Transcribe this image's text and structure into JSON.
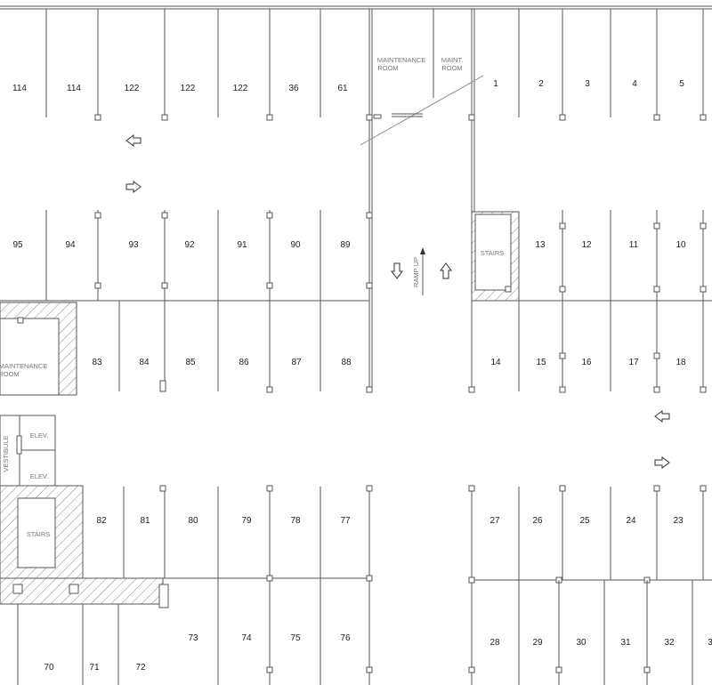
{
  "parking_plan": {
    "stalls_top_row": [
      "114",
      "114",
      "122",
      "122",
      "122",
      "36",
      "61",
      "1",
      "2",
      "3",
      "4",
      "5"
    ],
    "stalls_row2_left": [
      "95",
      "94",
      "93",
      "92",
      "91",
      "90",
      "89"
    ],
    "stalls_row2_right": [
      "13",
      "12",
      "11",
      "10"
    ],
    "stalls_row3_left": [
      "83",
      "84",
      "85",
      "86",
      "87",
      "88"
    ],
    "stalls_row3_right": [
      "14",
      "15",
      "16",
      "17",
      "18"
    ],
    "stalls_row4_left": [
      "82",
      "81",
      "80",
      "79",
      "78",
      "77"
    ],
    "stalls_row4_right": [
      "27",
      "26",
      "25",
      "24",
      "23"
    ],
    "stalls_row5_left": [
      "73",
      "74",
      "75",
      "76"
    ],
    "stalls_bottom_left": [
      "70",
      "71",
      "72"
    ],
    "stalls_bottom_right": [
      "28",
      "29",
      "30",
      "31",
      "32",
      "3"
    ],
    "rooms": {
      "maintenance_top_line1": "MAINTENANCE",
      "maintenance_top_line2": "ROOM",
      "maint_line1": "MAINT.",
      "maint_line2": "ROOM",
      "stairs_center": "STAIRS",
      "maintenance_left_line1": "MAINTENANCE",
      "maintenance_left_line2": "ROOM",
      "elev_1": "ELEV.",
      "elev_2": "ELEV.",
      "vestibule": "VESTIBULE",
      "stairs_left": "STAIRS"
    },
    "ramp_label": "RAMP UP",
    "direction_arrows": [
      "left",
      "right",
      "down",
      "up",
      "left",
      "right"
    ]
  }
}
